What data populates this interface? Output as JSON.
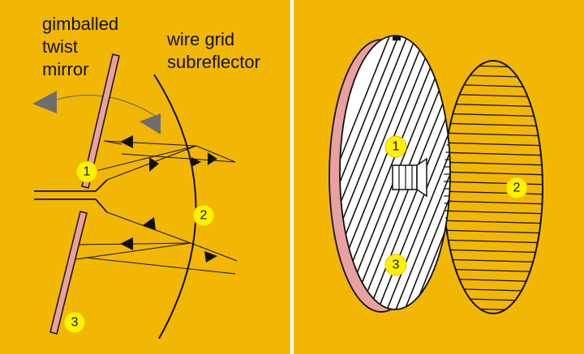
{
  "left_panel": {
    "labels": {
      "mirror": [
        "gimballed",
        "twist",
        "mirror"
      ],
      "subreflector": [
        "wire grid",
        "subreflector"
      ]
    },
    "markers": [
      "1",
      "2",
      "3"
    ]
  },
  "right_panel": {
    "markers": [
      "1",
      "2",
      "3"
    ]
  },
  "colors": {
    "background": "#F2B705",
    "mirror_fill": "#E8A0A0",
    "marker_fill": "#FFF200",
    "line": "#111111",
    "rotation_arrow": "#6E6E6E",
    "divider": "#FFFFFF"
  }
}
